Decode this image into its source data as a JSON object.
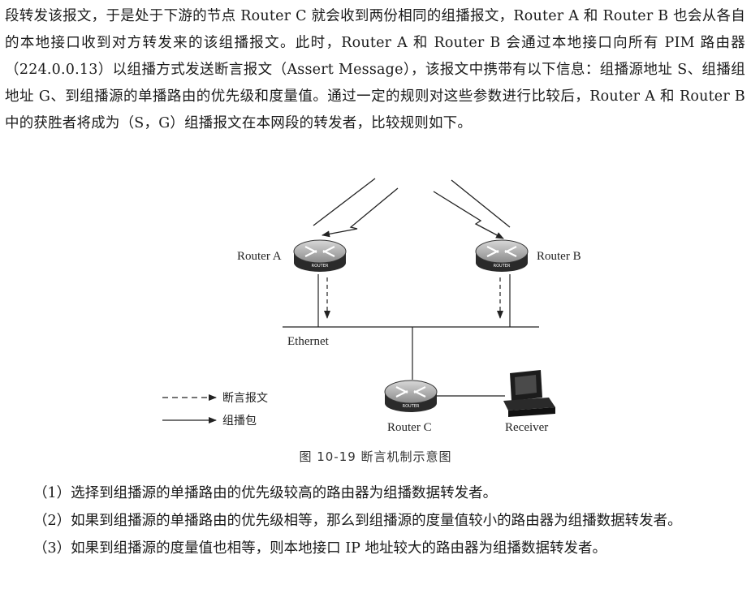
{
  "intro_paragraph": "段转发该报文，于是处于下游的节点 Router C 就会收到两份相同的组播报文，Router A 和 Router B 也会从各自的本地接口收到对方转发来的该组播报文。此时，Router A 和 Router B 会通过本地接口向所有 PIM 路由器（224.0.0.13）以组播方式发送断言报文（Assert Message），该报文中携带有以下信息：组播源地址 S、组播组地址 G、到组播源的单播路由的优先级和度量值。通过一定的规则对这些参数进行比较后，Router A 和 Router B 中的获胜者将成为（S，G）组播报文在本网段的转发者，比较规则如下。",
  "figure": {
    "router_a_label": "Router A",
    "router_b_label": "Router B",
    "router_c_label": "Router C",
    "router_badge": "ROUTER",
    "ethernet_label": "Ethernet",
    "receiver_label": "Receiver",
    "legend": {
      "assert_label": "断言报文",
      "multicast_label": "组播包"
    },
    "caption": "图 10-19   断言机制示意图"
  },
  "rules": [
    "（1）选择到组播源的单播路由的优先级较高的路由器为组播数据转发者。",
    "（2）如果到组播源的单播路由的优先级相等，那么到组播源的度量值较小的路由器为组播数据转发者。",
    "（3）如果到组播源的度量值也相等，则本地接口 IP 地址较大的路由器为组播数据转发者。"
  ]
}
